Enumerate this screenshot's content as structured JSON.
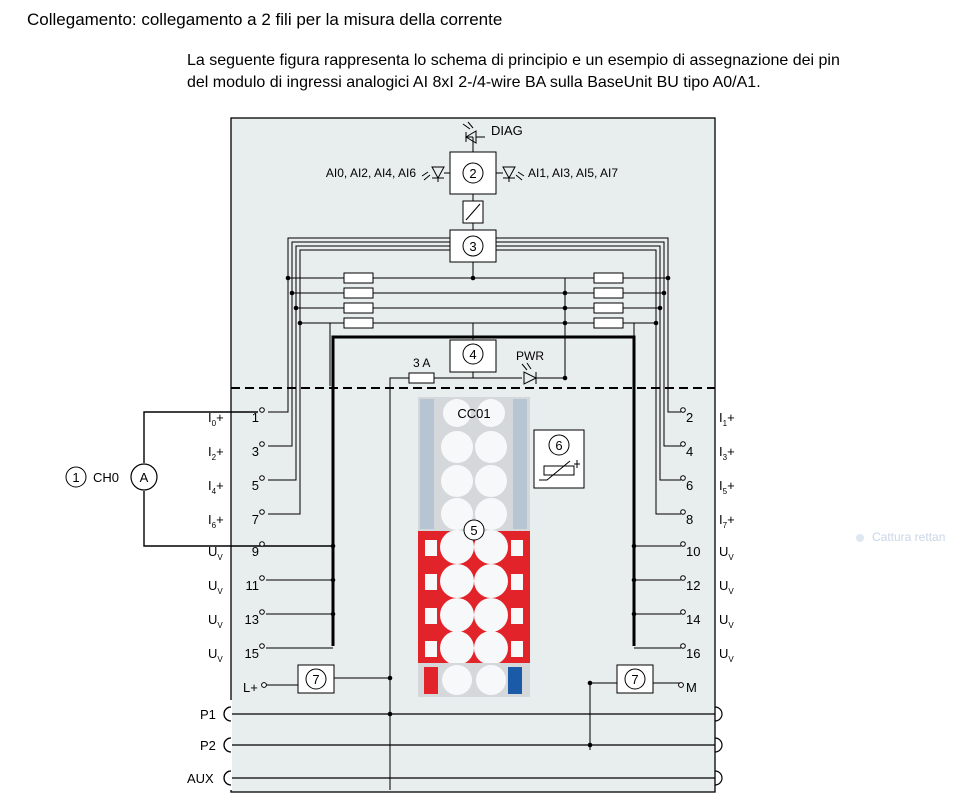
{
  "title": "Collegamento: collegamento a 2 fili per la misura della corrente",
  "intro": {
    "line1": "La seguente figura rappresenta lo schema di principio e un esempio di assegnazione dei pin",
    "line2": "del modulo di ingressi analogici AI 8xI 2-/4-wire BA sulla BaseUnit BU tipo A0/A1."
  },
  "diagram": {
    "diag_label": "DIAG",
    "leds_left_label": "AI0, AI2, AI4, AI6",
    "leds_right_label": "AI1, AI3, AI5, AI7",
    "fuse_label": "3 A",
    "pwr_label": "PWR",
    "cc_label": "CC01",
    "markers": {
      "m1": "1",
      "m2": "2",
      "m3": "3",
      "m4": "4",
      "m5": "5",
      "m6": "6",
      "m7": "7"
    },
    "channel_label": "CH0",
    "ammeter_symbol": "A",
    "left_terminals": [
      "1",
      "3",
      "5",
      "7",
      "9",
      "11",
      "13",
      "15"
    ],
    "right_terminals": [
      "2",
      "4",
      "6",
      "8",
      "10",
      "12",
      "14",
      "16"
    ],
    "left_signals": [
      {
        "main": "I",
        "sub": "0",
        "suffix": "+"
      },
      {
        "main": "I",
        "sub": "2",
        "suffix": "+"
      },
      {
        "main": "I",
        "sub": "4",
        "suffix": "+"
      },
      {
        "main": "I",
        "sub": "6",
        "suffix": "+"
      },
      {
        "main": "U",
        "sub": "V",
        "suffix": ""
      },
      {
        "main": "U",
        "sub": "V",
        "suffix": ""
      },
      {
        "main": "U",
        "sub": "V",
        "suffix": ""
      },
      {
        "main": "U",
        "sub": "V",
        "suffix": ""
      }
    ],
    "right_signals": [
      {
        "main": "I",
        "sub": "1",
        "suffix": "+"
      },
      {
        "main": "I",
        "sub": "3",
        "suffix": "+"
      },
      {
        "main": "I",
        "sub": "5",
        "suffix": "+"
      },
      {
        "main": "I",
        "sub": "7",
        "suffix": "+"
      },
      {
        "main": "U",
        "sub": "V",
        "suffix": ""
      },
      {
        "main": "U",
        "sub": "V",
        "suffix": ""
      },
      {
        "main": "U",
        "sub": "V",
        "suffix": ""
      },
      {
        "main": "U",
        "sub": "V",
        "suffix": ""
      }
    ],
    "supply_left": "L+",
    "supply_right": "M",
    "bus_labels": [
      "P1",
      "P2",
      "AUX"
    ],
    "colors": {
      "panel": "#e8eded",
      "red": "#e2232a",
      "blue": "#1a5aa6",
      "connector": "#d5d8db",
      "hole": "#f7f8f9",
      "slot": "#b7c4d2"
    }
  },
  "toast": {
    "text": "Cattura rettan"
  }
}
